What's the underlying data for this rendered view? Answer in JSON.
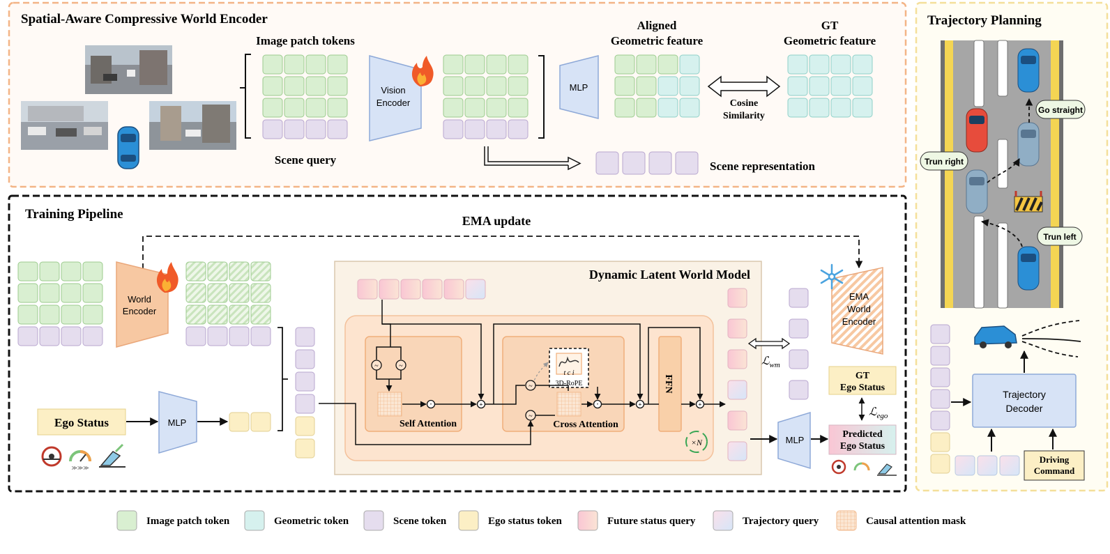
{
  "sections": {
    "encoder_title": "Spatial-Aware Compressive World Encoder",
    "training_title": "Training Pipeline",
    "planning_title": "Trajectory Planning"
  },
  "encoder": {
    "image_patch_tokens": "Image patch tokens",
    "scene_query": "Scene query",
    "vision_encoder": [
      "Vision",
      "Encoder"
    ],
    "mlp": "MLP",
    "aligned": [
      "Aligned",
      "Geometric feature"
    ],
    "gt": [
      "GT",
      "Geometric feature"
    ],
    "cosine": [
      "Cosine",
      "Similarity"
    ],
    "scene_representation": "Scene representation"
  },
  "training": {
    "ema_update": "EMA update",
    "world_encoder": [
      "World",
      "Encoder"
    ],
    "ema_world_encoder": [
      "EMA",
      "World",
      "Encoder"
    ],
    "dlwm_title": "Dynamic Latent World Model",
    "self_attention": "Self Attention",
    "cross_attention": "Cross Attention",
    "ffn": "FFN",
    "rope_symbols": "t c i",
    "rope_label": "3D-RoPE",
    "repeat": "×N",
    "ego_status": "Ego Status",
    "mlp": "MLP",
    "loss_wm": "ℒ",
    "loss_wm_sub": "wm",
    "loss_ego": "ℒ",
    "loss_ego_sub": "ego",
    "gt_ego": [
      "GT",
      "Ego Status"
    ],
    "pred_ego": [
      "Predicted",
      "Ego Status"
    ]
  },
  "planning": {
    "go_straight": "Go straight",
    "turn_right": "Trun right",
    "turn_left": "Trun left",
    "decoder": [
      "Trajectory",
      "Decoder"
    ],
    "command": [
      "Driving",
      "Command"
    ]
  },
  "legend": [
    {
      "label": "Image patch token",
      "color": "#d9efd1"
    },
    {
      "label": "Geometric token",
      "color": "#d6f1ee"
    },
    {
      "label": "Scene token",
      "color": "#e5ddee"
    },
    {
      "label": "Ego status token",
      "color": "#fcefc5"
    },
    {
      "label": "Future status query",
      "color": "#f9c6d4"
    },
    {
      "label": "Trajectory query",
      "color": "#e3ecf8"
    },
    {
      "label": "Causal attention mask",
      "color": "#f9d9bd"
    }
  ],
  "colors": {
    "image_token": "#d9efd1",
    "geo_token": "#d6f1ee",
    "scene_token": "#e5ddee",
    "ego_token": "#fcefc5",
    "encoder_blue": "#d7e3f6",
    "world_orange": "#f7c8a2",
    "orange_border": "#f2b98c",
    "yellow_border": "#f4df9a"
  }
}
